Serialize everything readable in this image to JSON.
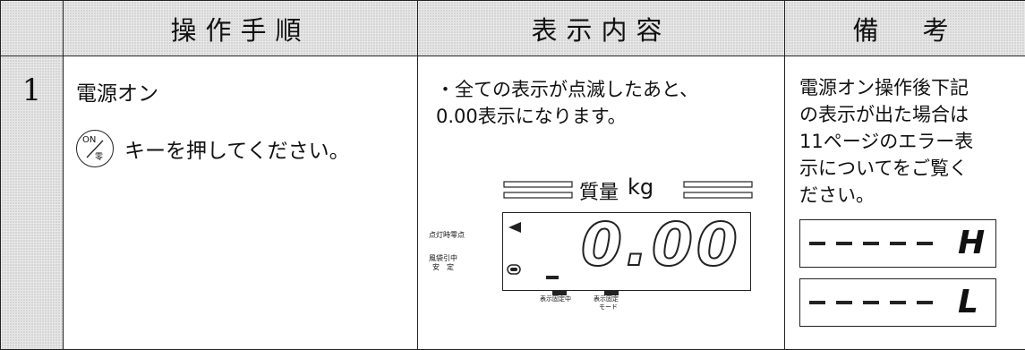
{
  "table": {
    "headers": {
      "col_procedure": "操作手順",
      "col_display": "表示内容",
      "col_notes": "備　考"
    },
    "rows": [
      {
        "step": "1",
        "procedure_title": "電源オン",
        "key_top": "ON",
        "key_bottom": "零",
        "key_instruction": "キーを押してください。",
        "display_line1": "・全ての表示が点滅したあと、",
        "display_line2": "0.00表示になります。",
        "notes_lines": [
          "電源オン操作後下記",
          "の表示が出た場合は",
          "11ページのエラー表",
          "示についてをご覧く",
          "ださい。"
        ]
      }
    ]
  },
  "lcd": {
    "unit_label": "質量",
    "unit": "kg",
    "reading": "0.00",
    "left_label_1": "点灯時零点",
    "left_label_2": "風袋引中",
    "left_label_3": "安　定",
    "bottom_label_1": "表示固定中",
    "bottom_label_2": "表示固定",
    "bottom_label_3": "モード"
  },
  "errors": [
    {
      "dashes": "-----",
      "code": "H"
    },
    {
      "dashes": "-----",
      "code": "L"
    }
  ]
}
